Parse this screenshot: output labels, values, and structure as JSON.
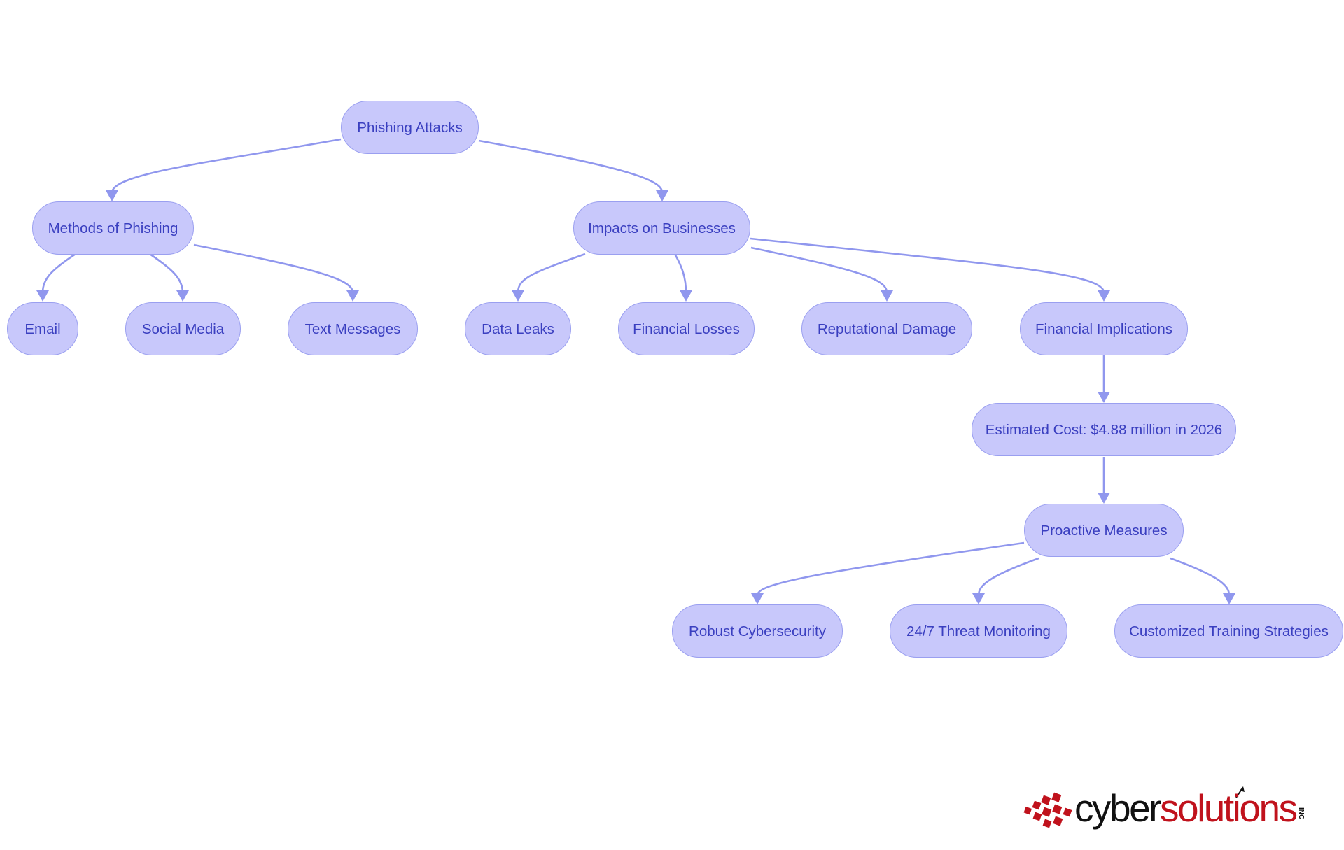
{
  "nodes": {
    "phishing_attacks": "Phishing Attacks",
    "methods_of_phishing": "Methods of Phishing",
    "impacts_on_businesses": "Impacts on Businesses",
    "email": "Email",
    "social_media": "Social Media",
    "text_messages": "Text Messages",
    "data_leaks": "Data Leaks",
    "financial_losses": "Financial Losses",
    "reputational_damage": "Reputational Damage",
    "financial_implications": "Financial Implications",
    "estimated_cost": "Estimated Cost: $4.88 million in 2026",
    "proactive_measures": "Proactive Measures",
    "robust_cybersecurity": "Robust Cybersecurity",
    "threat_monitoring": "24/7 Threat Monitoring",
    "training_strategies": "Customized Training Strategies"
  },
  "edges": [
    [
      "phishing_attacks",
      "methods_of_phishing"
    ],
    [
      "phishing_attacks",
      "impacts_on_businesses"
    ],
    [
      "methods_of_phishing",
      "email"
    ],
    [
      "methods_of_phishing",
      "social_media"
    ],
    [
      "methods_of_phishing",
      "text_messages"
    ],
    [
      "impacts_on_businesses",
      "data_leaks"
    ],
    [
      "impacts_on_businesses",
      "financial_losses"
    ],
    [
      "impacts_on_businesses",
      "reputational_damage"
    ],
    [
      "impacts_on_businesses",
      "financial_implications"
    ],
    [
      "financial_implications",
      "estimated_cost"
    ],
    [
      "estimated_cost",
      "proactive_measures"
    ],
    [
      "proactive_measures",
      "robust_cybersecurity"
    ],
    [
      "proactive_measures",
      "threat_monitoring"
    ],
    [
      "proactive_measures",
      "training_strategies"
    ]
  ],
  "colors": {
    "node_fill": "#c8c8fb",
    "node_border": "#9a9ff0",
    "node_text": "#3a3fc0",
    "edge": "#9097ee",
    "logo_red": "#c0121c",
    "logo_black": "#111111"
  },
  "logo": {
    "part1": "cyber",
    "part2": "solutions",
    "suffix": "INC"
  }
}
